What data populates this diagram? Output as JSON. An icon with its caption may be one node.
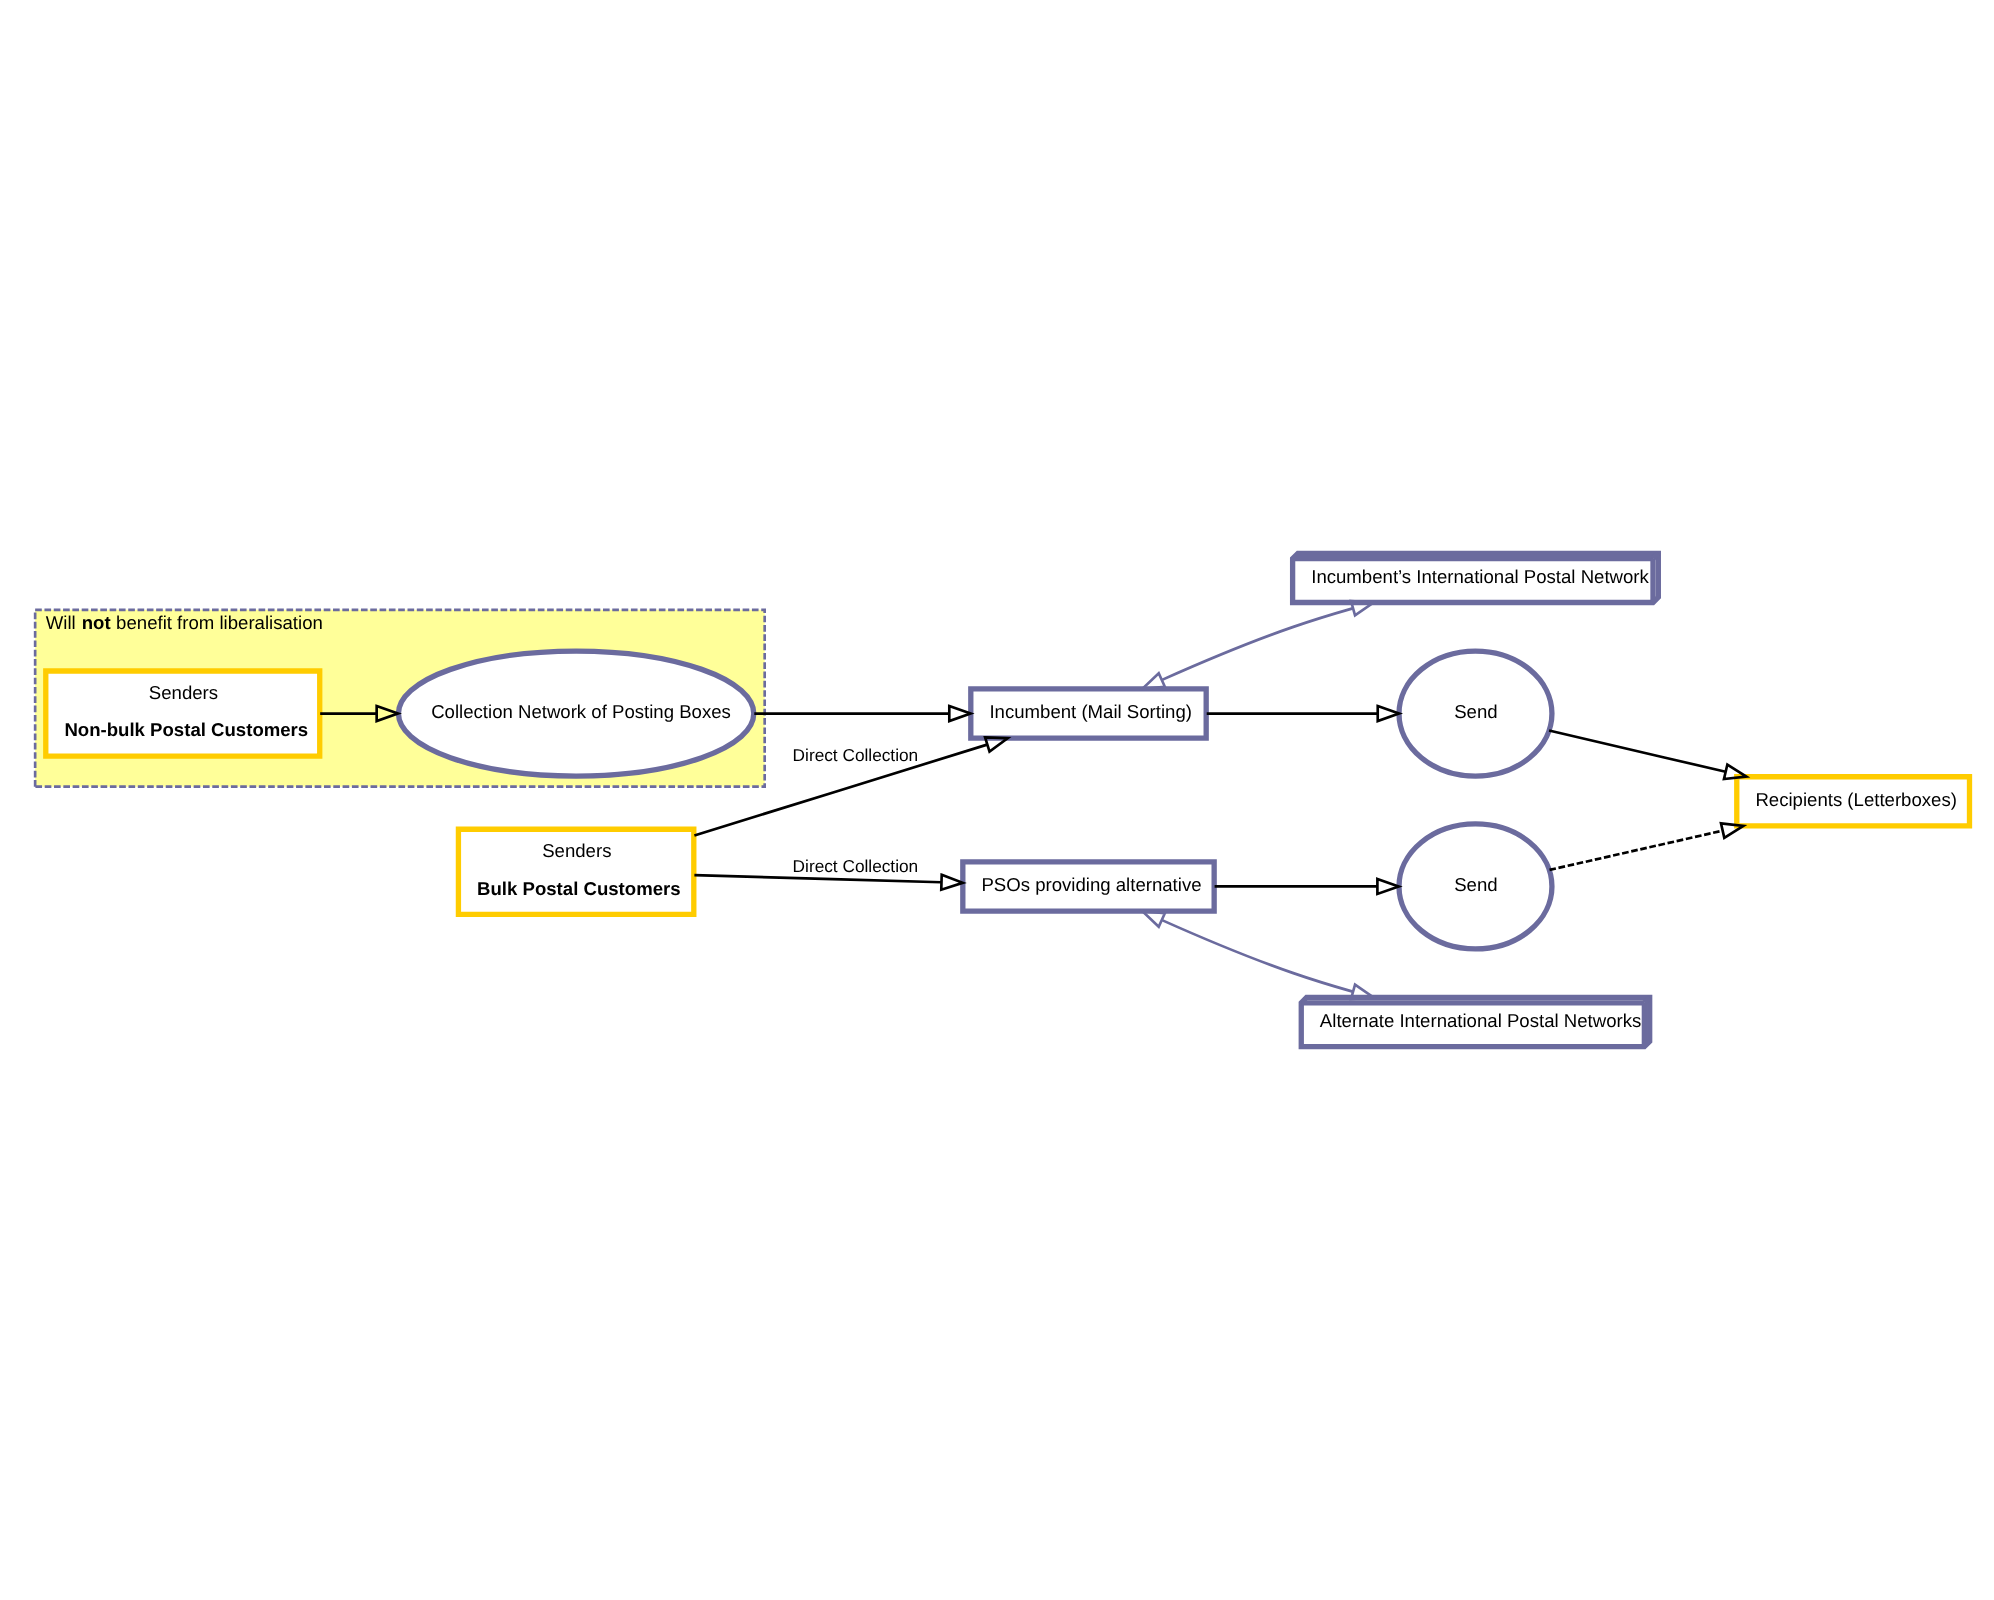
{
  "diagram": {
    "nodes": [
      {
        "text": [
          "Will **not** benefit from liberalisation"
        ]
      },
      {
        "text": [
          "Senders",
          "Non-bulk Postal Customers"
        ],
        "in": 0
      },
      {
        "text": [
          "Collection Network of Posting Boxes"
        ],
        "in": 0
      },
      {
        "text": [
          "Incumbent (Mail Sorting)"
        ]
      },
      {
        "text": [
          "Incumbent’s International Postal Network"
        ]
      },
      {
        "text": [
          "Send"
        ]
      },
      {
        "text": [
          "Recipients (Letterboxes)"
        ]
      },
      {
        "text": [
          "Senders",
          "Bulk Postal Customers"
        ]
      },
      {
        "text": [
          "PSOs providing alternative"
        ]
      },
      {
        "text": [
          "Send"
        ]
      },
      {
        "text": [
          "Alternate International Postal Networks"
        ]
      }
    ],
    "edges": [
      {
        "from": 1,
        "to": 2,
        "arrow": "to"
      },
      {
        "from": 2,
        "to": 3,
        "arrow": "to"
      },
      {
        "from": 3,
        "to": 4,
        "arrow": "both",
        "color": "#6b6b9e"
      },
      {
        "from": 3,
        "to": 5,
        "arrow": "to"
      },
      {
        "from": 5,
        "to": 6,
        "arrow": "to"
      },
      {
        "from": 7,
        "to": 3,
        "arrow": "to",
        "label": "Direct Collection"
      },
      {
        "from": 7,
        "to": 8,
        "arrow": "to",
        "label": "Direct Collection"
      },
      {
        "from": 8,
        "to": 9,
        "arrow": "to"
      },
      {
        "from": 9,
        "to": 6,
        "arrow": "to",
        "style": "dashed"
      },
      {
        "from": 8,
        "to": 10,
        "arrow": "both",
        "color": "#6b6b9e"
      }
    ]
  }
}
